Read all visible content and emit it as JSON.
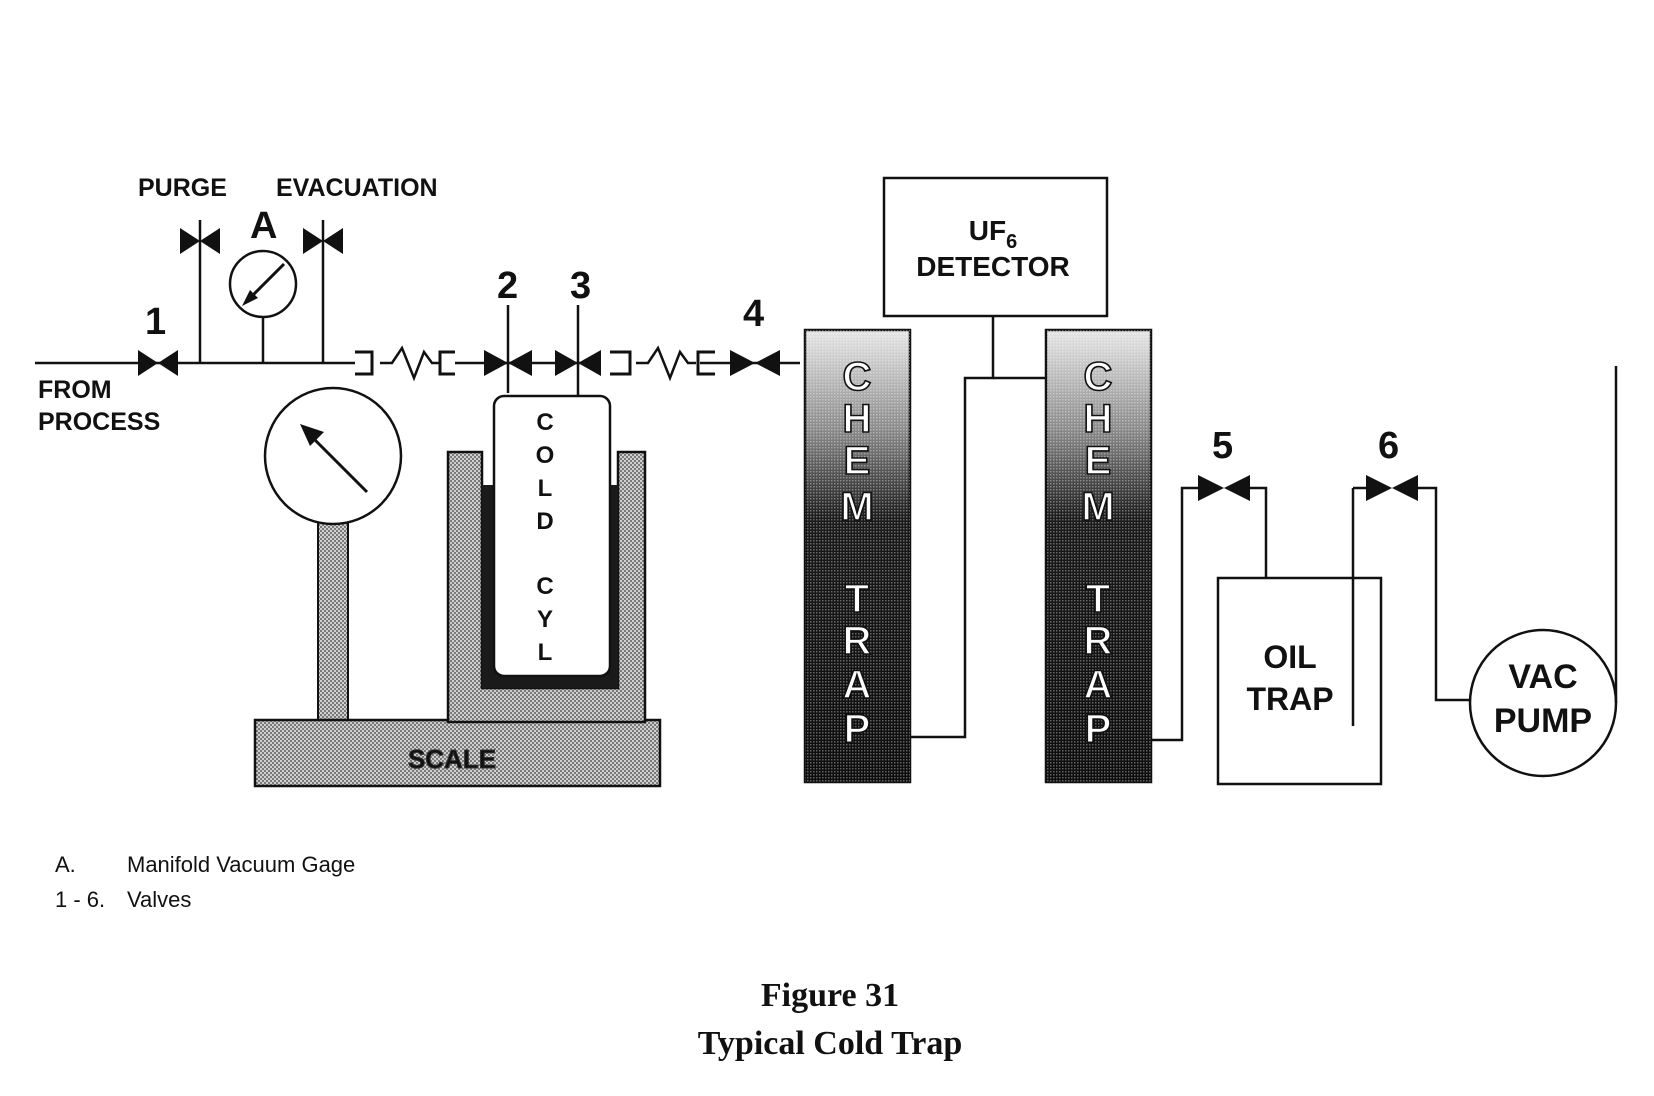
{
  "labels": {
    "purge": "PURGE",
    "evacuation": "EVACUATION",
    "gage_a": "A",
    "from_process_1": "FROM",
    "from_process_2": "PROCESS",
    "detector_line1": "UF",
    "detector_sub": "6",
    "detector_line2": "DETECTOR",
    "scale": "SCALE",
    "oil_trap_1": "OIL",
    "oil_trap_2": "TRAP",
    "vac_pump_1": "VAC",
    "vac_pump_2": "PUMP"
  },
  "valve_numbers": {
    "v1": "1",
    "v2": "2",
    "v3": "3",
    "v4": "4",
    "v5": "5",
    "v6": "6"
  },
  "cold_cylinder_letters": [
    "C",
    "O",
    "L",
    "D",
    "C",
    "Y",
    "L"
  ],
  "chem_trap_letters": [
    "C",
    "H",
    "E",
    "M",
    "T",
    "R",
    "A",
    "P"
  ],
  "legend": [
    {
      "key": "A.",
      "text": "Manifold Vacuum Gage"
    },
    {
      "key": "1 - 6.",
      "text": "Valves"
    }
  ],
  "caption": {
    "figure": "Figure 31",
    "title": "Typical Cold Trap"
  }
}
